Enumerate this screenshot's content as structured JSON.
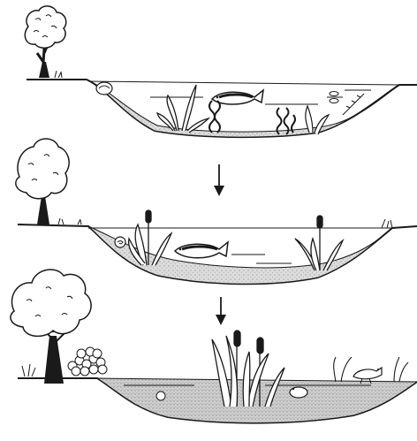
{
  "diagram": {
    "stages": [
      {
        "id": "open-lake"
      },
      {
        "id": "shallowing-lake"
      },
      {
        "id": "marsh"
      }
    ],
    "transitions": 2,
    "colors": {
      "ink": "#1a1a1a",
      "sediment": "#cfcfcf",
      "background": "#ffffff"
    },
    "icons": [
      "tree-icon",
      "fish-icon",
      "cattail-icon",
      "snail-icon",
      "frog-icon",
      "bird-icon",
      "shrub-icon",
      "pondweed-icon",
      "dragonfly-icon",
      "arrow-down-icon"
    ]
  }
}
